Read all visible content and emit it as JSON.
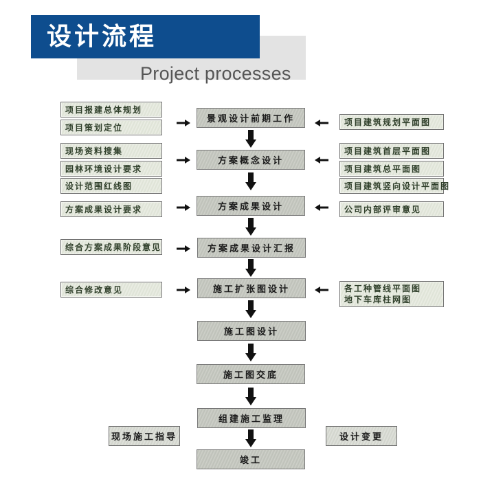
{
  "header": {
    "title": "设计流程",
    "subtitle": "Project processes",
    "accent_color": "#0e4d8e"
  },
  "flow": {
    "main_steps": [
      "景观设计前期工作",
      "方案概念设计",
      "方案成果设计",
      "方案成果设计汇报",
      "施工扩张图设计",
      "施工图设计",
      "施工图交底",
      "组建施工监理",
      "竣工"
    ],
    "left_inputs": [
      "项目报建总体规划",
      "项目策划定位",
      "现场资料搜集",
      "园林环境设计要求",
      "设计范围红线图",
      "方案成果设计要求",
      "综合方案成果阶段意见",
      "综合修改意见",
      "现场施工指导"
    ],
    "right_inputs": [
      "项目建筑规划平面图",
      "项目建筑首层平面图",
      "项目建筑总平面图",
      "项目建筑竖向设计平面图",
      "公司内部评审意见",
      "各工种管线平面图",
      "地下车库柱网图",
      "设计变更"
    ]
  }
}
